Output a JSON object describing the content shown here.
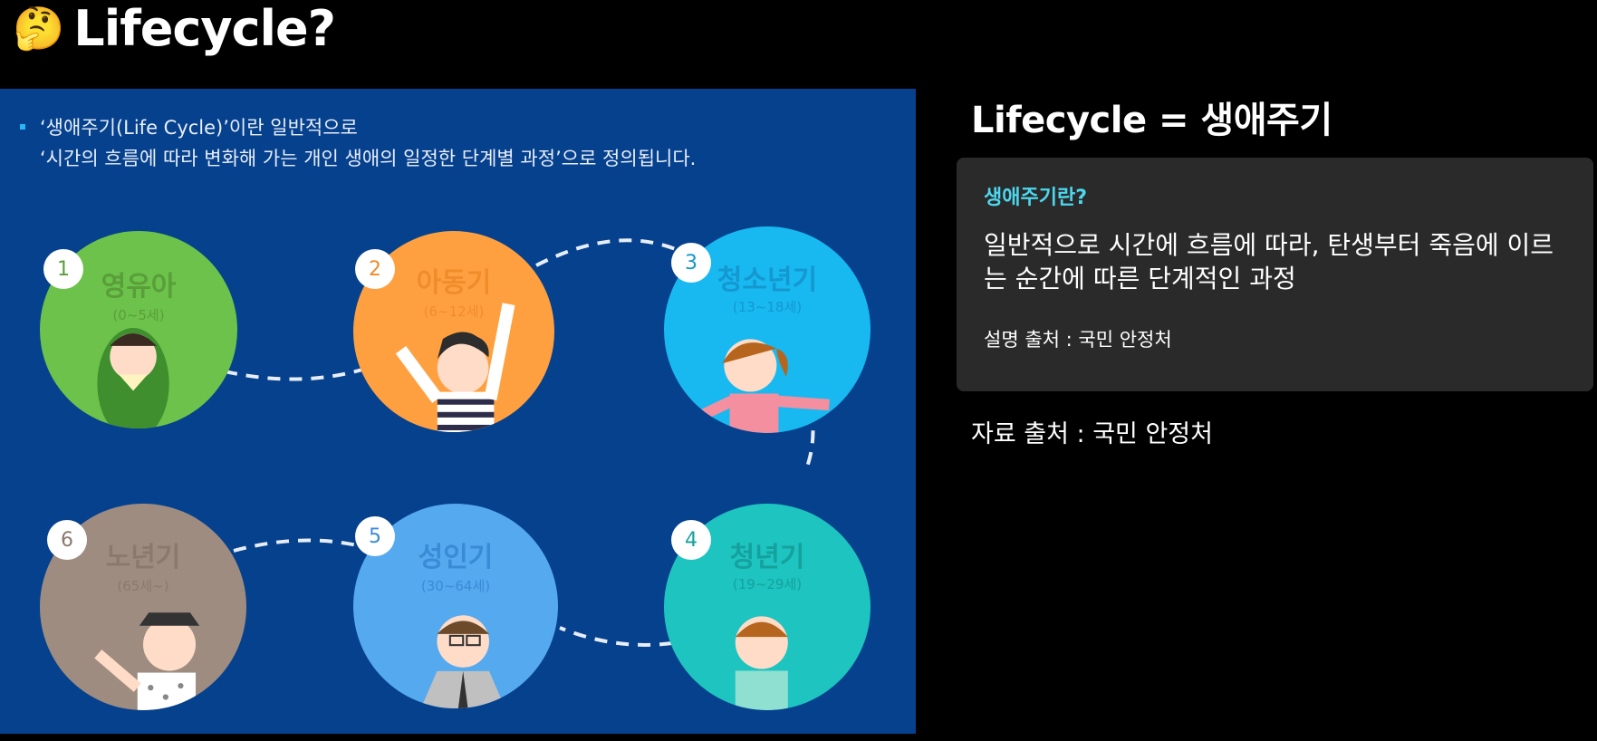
{
  "header": {
    "title": "Lifecycle?",
    "emoji": "🤔",
    "emoji_icon": "thinking-face-icon"
  },
  "slide": {
    "intro_line1": "‘생애주기(Life Cycle)’이란 일반적으로",
    "intro_line2": "‘시간의 흐름에 따라 변화해 가는 개인 생애의 일정한 단계별 과정’으로 정의됩니다.",
    "stages": [
      {
        "number": "1",
        "name": "영유아",
        "range": "(0~5세)",
        "color": "#6cc24a",
        "number_color": "#5a9e3a",
        "figure": "baby-illustration"
      },
      {
        "number": "2",
        "name": "아동기",
        "range": "(6~12세)",
        "color": "#ffa040",
        "number_color": "#f08c2a",
        "figure": "child-illustration"
      },
      {
        "number": "3",
        "name": "청소년기",
        "range": "(13~18세)",
        "color": "#17b9f0",
        "number_color": "#1597cf",
        "figure": "teen-illustration"
      },
      {
        "number": "4",
        "name": "청년기",
        "range": "(19~29세)",
        "color": "#1ec4c0",
        "number_color": "#15a19d",
        "figure": "young-adult-illustration"
      },
      {
        "number": "5",
        "name": "성인기",
        "range": "(30~64세)",
        "color": "#55a9ef",
        "number_color": "#3a8bd6",
        "figure": "adult-illustration"
      },
      {
        "number": "6",
        "name": "노년기",
        "range": "(65세~)",
        "color": "#9e8c80",
        "number_color": "#8a7a6e",
        "figure": "elder-illustration"
      }
    ]
  },
  "right_panel": {
    "heading": "Lifecycle = 생애주기",
    "card": {
      "label": "생애주기란?",
      "body": "일반적으로 시간에 흐름에 따라, 탄생부터 죽음에 이르는 순간에 따른 단계적인 과정",
      "source": "설명 출처 : 국민 안정처"
    },
    "data_source": "자료 출처 : 국민 안정처"
  },
  "colors": {
    "background": "#000000",
    "slide_bg": "#06418e",
    "card_bg": "#2a2a2a",
    "card_label": "#4dd7ee"
  }
}
